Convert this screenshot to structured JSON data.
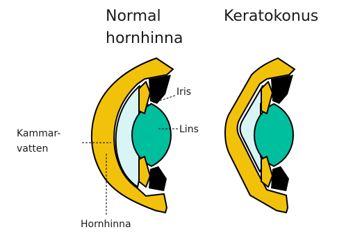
{
  "titles": {
    "normal_line1": "Normal",
    "normal_line2": "hornhinna",
    "keratoconus": "Keratokonus"
  },
  "labels": {
    "iris": "Iris",
    "lens": "Lins",
    "chamber_line1": "Kammar-",
    "chamber_line2": "vatten",
    "cornea": "Hornhinna"
  },
  "colors": {
    "cornea_sclera": "#f2c20a",
    "aqueous": "#d8f4f4",
    "lens": "#00bf9f",
    "outline": "#000000"
  }
}
